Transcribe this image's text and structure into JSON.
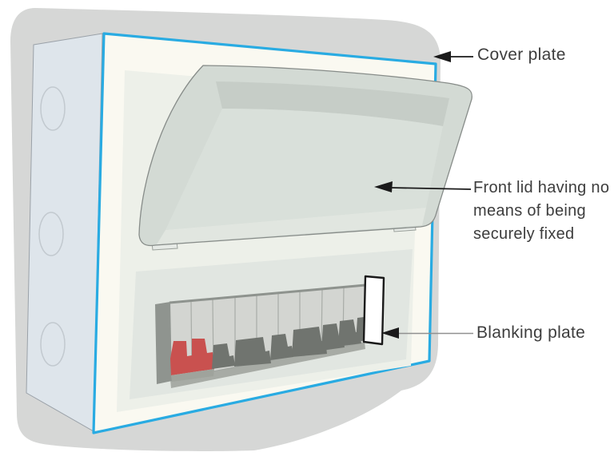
{
  "labels": {
    "cover_plate": {
      "text": "Cover plate",
      "target": "cover-plate"
    },
    "front_lid": {
      "lines": [
        "Front lid having no",
        "means of being",
        "securely fixed"
      ],
      "target": "front-lid"
    },
    "blanking_plate": {
      "text": "Blanking plate",
      "target": "blanking-plate"
    }
  },
  "colors": {
    "background": "#ffffff",
    "accent_cyan": "#29abe2",
    "enclosure_gray": "#d6d7d6",
    "side_panel": "#dee5eb",
    "knockout_outline": "#c2c9cf",
    "cover_white": "#faf9f1",
    "recess_light": "#edf0e9",
    "recess_mid": "#e1e6e1",
    "strip_shadow": "#a7aba5",
    "module_gray": "#d3d5d1",
    "module_divider": "#a8aca7",
    "rail_top_line": "#8e938e",
    "end_cap_gray": "#8f948f",
    "toggle_gray": "#70746f",
    "main_switch_red": "#c9514f",
    "red_base_shadow": "#9fa39c",
    "blanking_white": "#ffffff",
    "outline_black": "#1a1a1a",
    "lid_base": "#d3dad4",
    "lid_top_shadow": "#c6cdc7",
    "lid_inner": "#d9e0da",
    "lid_edge_light": "#e1e6e0",
    "hinge_tab": "#e6eae6",
    "leader_black": "#1a1a1a",
    "leader_gray": "#909090",
    "label_text": "#3d3d3d"
  }
}
